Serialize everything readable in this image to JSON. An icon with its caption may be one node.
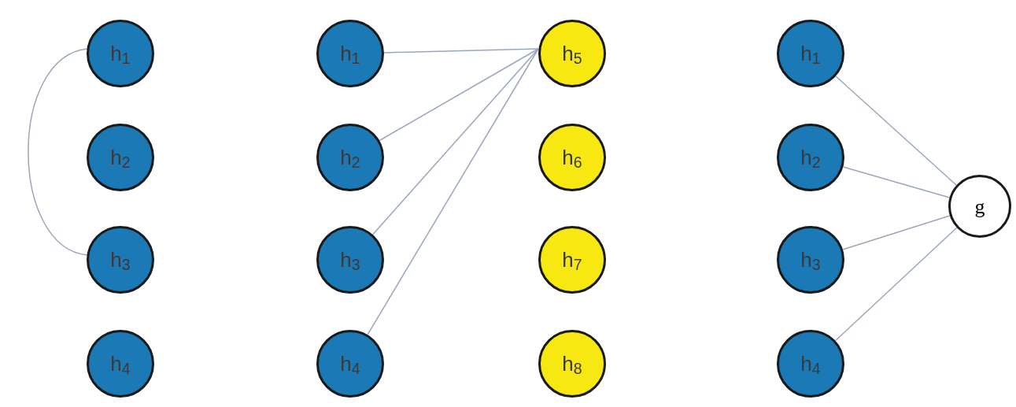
{
  "diagram": {
    "nodes": [
      {
        "text": [
          "h$_{1}$"
        ]
      },
      {
        "text": [
          "h$_{2}$"
        ]
      },
      {
        "text": [
          "h$_{3}$"
        ]
      },
      {
        "text": [
          "h$_{4}$"
        ]
      },
      {
        "text": [
          "h$_{1}$"
        ]
      },
      {
        "text": [
          "h$_{2}$"
        ]
      },
      {
        "text": [
          "h$_{3}$"
        ]
      },
      {
        "text": [
          "h$_{4}$"
        ]
      },
      {
        "text": [
          "h$_{5}$"
        ]
      },
      {
        "text": [
          "h$_{6}$"
        ]
      },
      {
        "text": [
          "h$_{7}$"
        ]
      },
      {
        "text": [
          "h$_{8}$"
        ]
      },
      {
        "text": [
          "h$_{1}$"
        ]
      },
      {
        "text": [
          "h$_{2}$"
        ]
      },
      {
        "text": [
          "h$_{3}$"
        ]
      },
      {
        "text": [
          "h$_{4}$"
        ]
      },
      {
        "text": [
          "g"
        ]
      }
    ],
    "edges": [
      {
        "from": 0,
        "to": 2,
        "arrow": "none"
      },
      {
        "from": 4,
        "to": 8,
        "arrow": "none"
      },
      {
        "from": 5,
        "to": 8,
        "arrow": "none"
      },
      {
        "from": 6,
        "to": 8,
        "arrow": "none"
      },
      {
        "from": 7,
        "to": 8,
        "arrow": "none"
      },
      {
        "from": 12,
        "to": 16,
        "arrow": "none"
      },
      {
        "from": 13,
        "to": 16,
        "arrow": "none"
      },
      {
        "from": 14,
        "to": 16,
        "arrow": "none"
      },
      {
        "from": 15,
        "to": 16,
        "arrow": "none"
      }
    ]
  }
}
